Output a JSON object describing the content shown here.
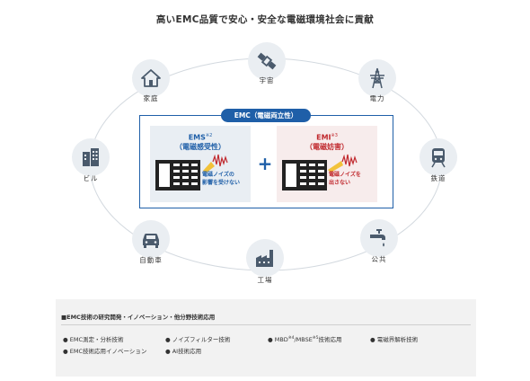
{
  "title": "高いEMC品質で安心・安全な電磁環境社会に貢献",
  "nodes": {
    "home": "家庭",
    "space": "宇宙",
    "power": "電力",
    "building": "ビル",
    "railway": "鉄道",
    "automobile": "自動車",
    "factory": "工場",
    "public": "公共"
  },
  "emc_label": "EMC（電磁両立性）",
  "ems": {
    "title": "EMS",
    "sup": "※2",
    "sub": "（電磁感受性）",
    "note_1": "電磁ノイズの",
    "note_2": "影響を受けない"
  },
  "emi": {
    "title": "EMI",
    "sup": "※3",
    "sub": "（電磁妨害）",
    "note_1": "電磁ノイズを",
    "note_2": "出さない"
  },
  "plus": "+",
  "info": {
    "heading": "■EMC技術の研究開発・イノベーション・他分野技術応用",
    "items": {
      "item1": "● EMC測定・分析技術",
      "item2": "● ノイズフィルター技術",
      "item3_a": "● MBD",
      "item3_sup1": "※4",
      "item3_b": "/MBSE",
      "item3_sup2": "※5",
      "item3_c": "技術応用",
      "item4": "● 電磁界解析技術",
      "item5": "● EMC技術応用イノベーション",
      "item6": "● AI技術応用"
    }
  },
  "colors": {
    "accent_blue": "#1f5fa8",
    "accent_red": "#c0282d",
    "icon": "#4a5a6c",
    "node_bg": "#eaeef2",
    "noise_yellow": "#f2c23a"
  },
  "icons": {
    "home": "house-icon",
    "space": "satellite-icon",
    "power": "power-tower-icon",
    "building": "building-icon",
    "railway": "train-icon",
    "automobile": "car-icon",
    "factory": "factory-icon",
    "public": "faucet-icon"
  }
}
